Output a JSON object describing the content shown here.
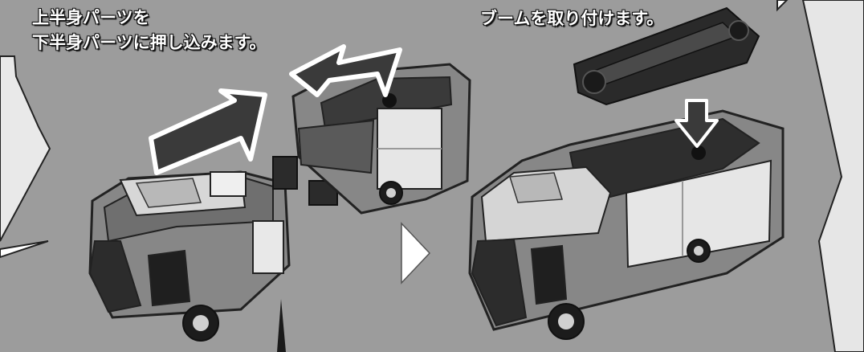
{
  "step1": {
    "caption_lines": [
      "上半身パーツを",
      "下半身パーツに押し込みます。"
    ]
  },
  "step2": {
    "caption": "ブームを取り付けます。"
  },
  "colors": {
    "background": "#9c9c9c",
    "panel_white": "#ffffff",
    "vehicle_body": "#8a8a8a",
    "vehicle_dark": "#2a2a2a",
    "arrow_fill": "#3a3a3a",
    "arrow_outline": "#ffffff"
  }
}
